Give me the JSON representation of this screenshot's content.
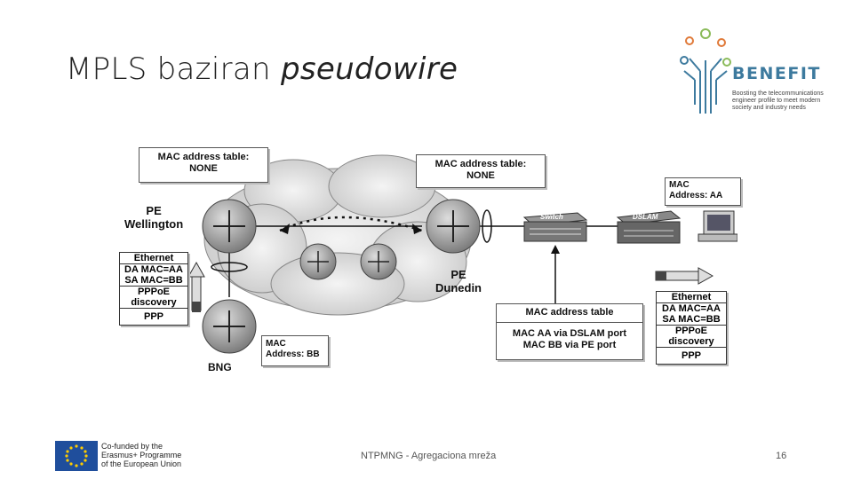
{
  "slide": {
    "title_plain": "MPLS baziran ",
    "title_italic": "pseudowire",
    "footer": "NTPMNG - Agregaciona mreža",
    "page_number": "16"
  },
  "logo": {
    "brand": "BENEFIT",
    "tagline": "Boosting the telecommunications engineer profile to meet modern society and industry needs"
  },
  "eu_badge": {
    "line1": "Co-funded by the",
    "line2": "Erasmus+ Programme",
    "line3": "of the European Union"
  },
  "diagram": {
    "pe_wellington_table": {
      "line1": "MAC address table:",
      "line2": "NONE"
    },
    "pe_dunedin_table": {
      "line1": "MAC address table:",
      "line2": "NONE"
    },
    "pe_wellington_label": {
      "line1": "PE",
      "line2": "Wellington"
    },
    "pe_dunedin_label": {
      "line1": "PE",
      "line2": "Dunedin"
    },
    "bng_label": "BNG",
    "bng_mac": {
      "line1": "MAC",
      "line2": "Address: BB"
    },
    "pc_mac": {
      "line1": "MAC",
      "line2": "Address: AA"
    },
    "switch_label": "Switch",
    "dslam_label": "DSLAM",
    "switch_table": {
      "title": "MAC address table",
      "line1": "MAC AA via DSLAM port",
      "line2": "MAC BB via PE port"
    },
    "left_frame": [
      "Ethernet",
      "DA MAC=AA",
      "SA MAC=BB",
      "PPPoE",
      "discovery",
      "PPP"
    ],
    "right_frame": [
      "Ethernet",
      "DA MAC=AA",
      "SA MAC=BB",
      "PPPoE",
      "discovery",
      "PPP"
    ]
  },
  "colors": {
    "brand": "#3d7a9e",
    "eu_blue": "#1f4e9c",
    "eu_gold": "#ffcc00"
  }
}
